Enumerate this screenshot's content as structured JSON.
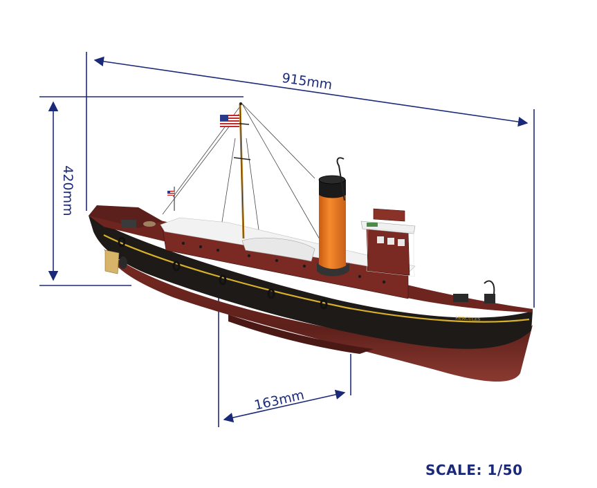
{
  "dimensions": {
    "length": "915mm",
    "height": "420mm",
    "beam": "163mm"
  },
  "scale": "SCALE: 1/50",
  "hull_name": "HERCULES",
  "colors": {
    "dimension_lines": "#1b2a78",
    "hull_red": "#6e2520",
    "hull_black": "#1e1a18",
    "funnel_orange": "#ef7a1f",
    "stripe_yellow": "#d8b22c",
    "deck_white": "#f2f2f2"
  },
  "icons": [
    "us-flag"
  ]
}
